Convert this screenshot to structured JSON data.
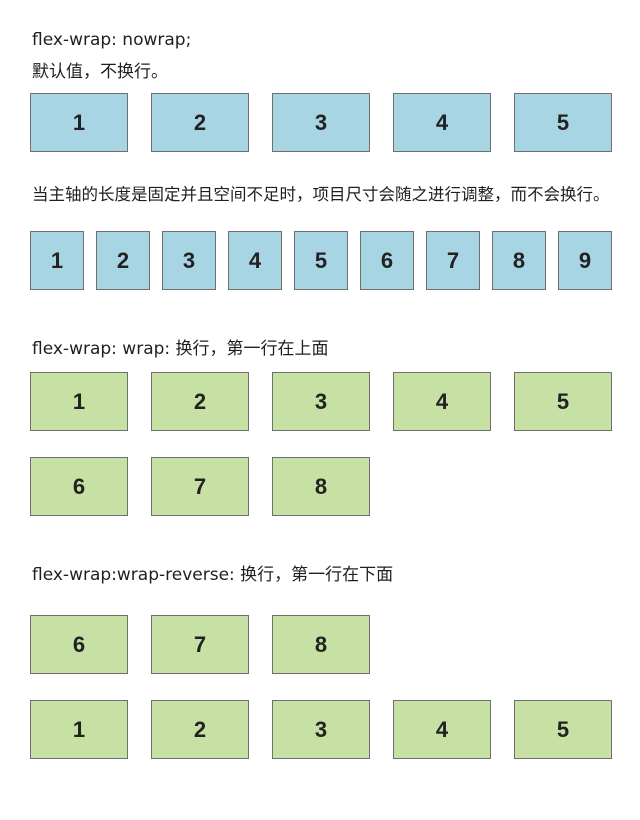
{
  "colors": {
    "blue": "#a8d5e4",
    "green": "#c6e1a3",
    "border": "#6f6f6f"
  },
  "sections": {
    "nowrap": {
      "title": "flex-wrap: nowrap;",
      "subtitle": "默认值，不换行。",
      "items": [
        "1",
        "2",
        "3",
        "4",
        "5"
      ]
    },
    "nowrap_shrink": {
      "note": "当主轴的长度是固定并且空间不足时，项目尺寸会随之进行调整，而不会换行。",
      "items": [
        "1",
        "2",
        "3",
        "4",
        "5",
        "6",
        "7",
        "8",
        "9"
      ]
    },
    "wrap": {
      "title": "flex-wrap: wrap: 换行，第一行在上面",
      "row1": [
        "1",
        "2",
        "3",
        "4",
        "5"
      ],
      "row2": [
        "6",
        "7",
        "8"
      ]
    },
    "wrap_reverse": {
      "title": "flex-wrap:wrap-reverse: 换行，第一行在下面",
      "row_top": [
        "6",
        "7",
        "8"
      ],
      "row_bottom": [
        "1",
        "2",
        "3",
        "4",
        "5"
      ]
    }
  }
}
